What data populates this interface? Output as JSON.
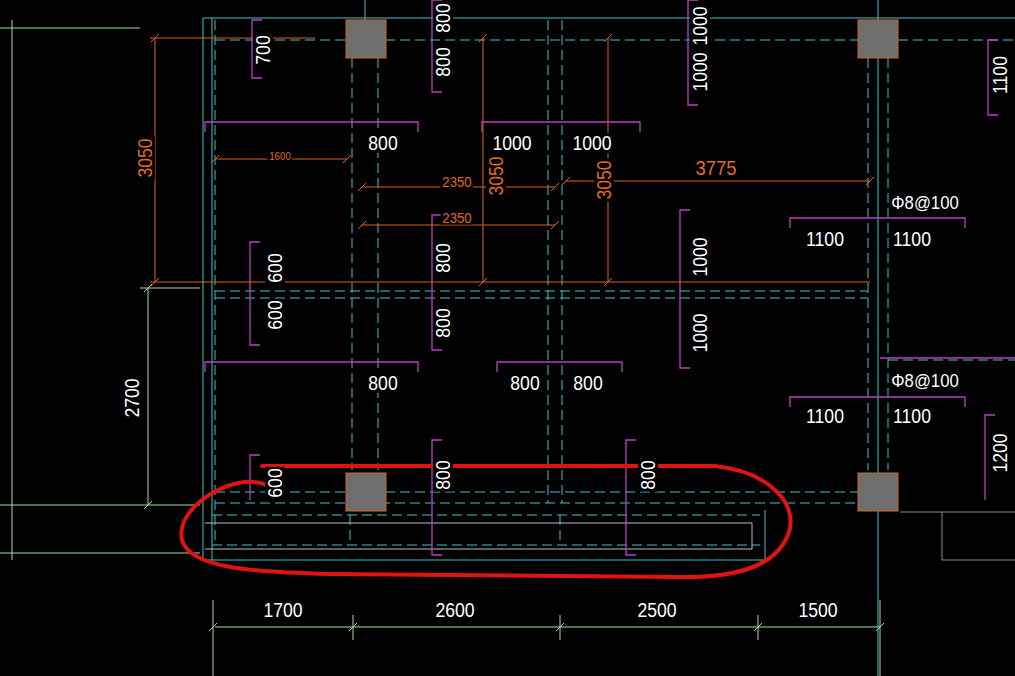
{
  "diagram": {
    "labels": [
      "800",
      "1000",
      "700",
      "1100",
      "800",
      "1000",
      "3050",
      "800",
      "1000",
      "1000",
      "3050",
      "3050",
      "1600",
      "2350",
      "2350",
      "3775",
      "Φ8@100",
      "1100",
      "1100",
      "1000",
      "800",
      "600",
      "600",
      "800",
      "1000",
      "2700",
      "800",
      "800",
      "800",
      "Φ8@100",
      "1100",
      "1100",
      "1200",
      "600",
      "800",
      "800",
      "1700",
      "2600",
      "2500",
      "1500"
    ]
  }
}
